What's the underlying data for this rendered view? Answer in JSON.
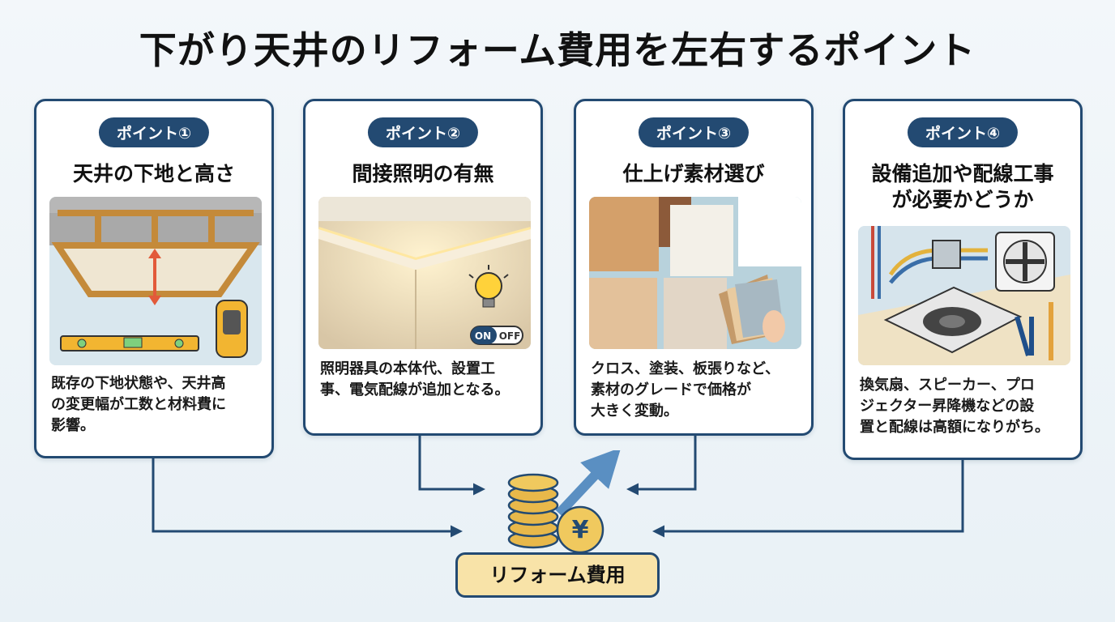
{
  "title": "下がり天井のリフォーム費用を左右するポイント",
  "cards": [
    {
      "badge": "ポイント①",
      "title_lines": [
        "天井の下地と高さ"
      ],
      "illustration": "ceiling-frame-level-icon",
      "desc_lines": [
        "既存の下地状態や、天井高",
        "の変更幅が工数と材料費に",
        "影響。"
      ]
    },
    {
      "badge": "ポイント②",
      "title_lines": [
        "間接照明の有無"
      ],
      "illustration": "indirect-lighting-icon",
      "toggle": {
        "on": "ON",
        "off": "OFF"
      },
      "desc_lines": [
        "照明器具の本体代、設置工",
        "事、電気配線が追加となる。"
      ]
    },
    {
      "badge": "ポイント③",
      "title_lines": [
        "仕上げ素材選び"
      ],
      "illustration": "material-samples-icon",
      "desc_lines": [
        "クロス、塗装、板張りなど、",
        "素材のグレードで価格が",
        "大きく変動。"
      ]
    },
    {
      "badge": "ポイント④",
      "title_lines": [
        "設備追加や配線工事",
        "が必要かどうか"
      ],
      "illustration": "ventilation-fan-wiring-icon",
      "desc_lines": [
        "換気扇、スピーカー、プロ",
        "ジェクター昇降機などの設",
        "置と配線は高額になりがち。"
      ]
    }
  ],
  "center": {
    "label": "リフォーム費用",
    "coin_symbol": "¥"
  },
  "colors": {
    "navy": "#234a72",
    "accent_yellow": "#f8e3a8",
    "coin_gold": "#e8b84a",
    "arrow_blue": "#5a8fc2"
  }
}
